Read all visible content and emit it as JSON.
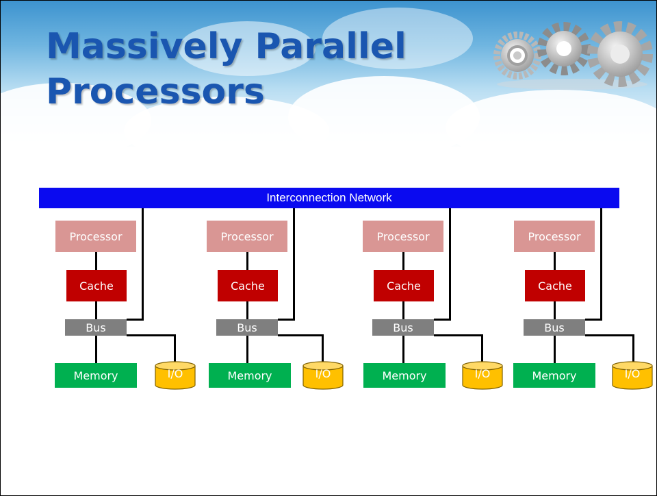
{
  "slide": {
    "title": "Massively Parallel\nProcessors"
  },
  "diagram": {
    "network_label": "Interconnection Network",
    "nodes": [
      {
        "processor": "Processor",
        "cache": "Cache",
        "bus": "Bus",
        "memory": "Memory",
        "io": "I/O"
      },
      {
        "processor": "Processor",
        "cache": "Cache",
        "bus": "Bus",
        "memory": "Memory",
        "io": "I/O"
      },
      {
        "processor": "Processor",
        "cache": "Cache",
        "bus": "Bus",
        "memory": "Memory",
        "io": "I/O"
      },
      {
        "processor": "Processor",
        "cache": "Cache",
        "bus": "Bus",
        "memory": "Memory",
        "io": "I/O"
      }
    ]
  },
  "colors": {
    "network": "#0a0af0",
    "processor": "#d99694",
    "cache": "#c00000",
    "bus": "#7f7f7f",
    "memory": "#00b050",
    "io": "#ffc000",
    "title": "#1a56b0"
  },
  "icons": [
    "gears-icon"
  ]
}
